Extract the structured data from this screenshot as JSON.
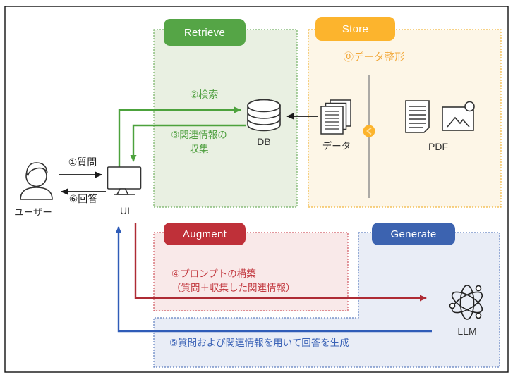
{
  "diagram_title": "RAG architecture flow",
  "sections": {
    "retrieve": {
      "label": "Retrieve",
      "color": "#55a546",
      "box_fill": "#e9f0e2"
    },
    "store": {
      "label": "Store",
      "color": "#fcb42d",
      "box_fill": "#fdf6e7"
    },
    "augment": {
      "label": "Augment",
      "color": "#bf3039",
      "box_fill": "#f9e9e9"
    },
    "generate": {
      "label": "Generate",
      "color": "#3c63b0",
      "box_fill": "#e9edf6"
    }
  },
  "entities": {
    "user": {
      "label": "ユーザー"
    },
    "ui": {
      "label": "UI"
    },
    "db": {
      "label": "DB"
    },
    "data": {
      "label": "データ"
    },
    "pdf": {
      "label": "PDF"
    },
    "llm": {
      "label": "LLM"
    }
  },
  "steps": {
    "step0": {
      "label": "⓪データ整形",
      "color": "#f2a83a"
    },
    "step1": {
      "label": "①質問",
      "color": "#222222"
    },
    "step2": {
      "label": "②検索",
      "color": "#4e9f3f"
    },
    "step3": {
      "label": "③関連情報の\n収集",
      "color": "#4e9f3f"
    },
    "step4": {
      "label": "④プロンプトの構築\n（質問＋収集した関連情報）",
      "color": "#c2383f"
    },
    "step5": {
      "label": "⑤質問および関連情報を用いて回答を生成",
      "color": "#3a62b6"
    },
    "step6": {
      "label": "⑥回答",
      "color": "#222222"
    }
  },
  "arrow_colors": {
    "black": "#1a1a1a",
    "green": "#4ca23c",
    "red": "#ae2b34",
    "blue": "#2f5cb8"
  }
}
